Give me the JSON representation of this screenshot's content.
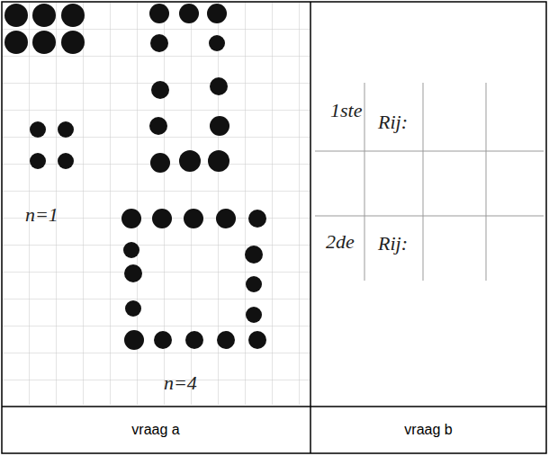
{
  "diagram": {
    "labels": [
      "n=1",
      "n=4",
      "1ste",
      "Rij:",
      "2de",
      "Rij:",
      "vraag a",
      "vraag b"
    ]
  }
}
